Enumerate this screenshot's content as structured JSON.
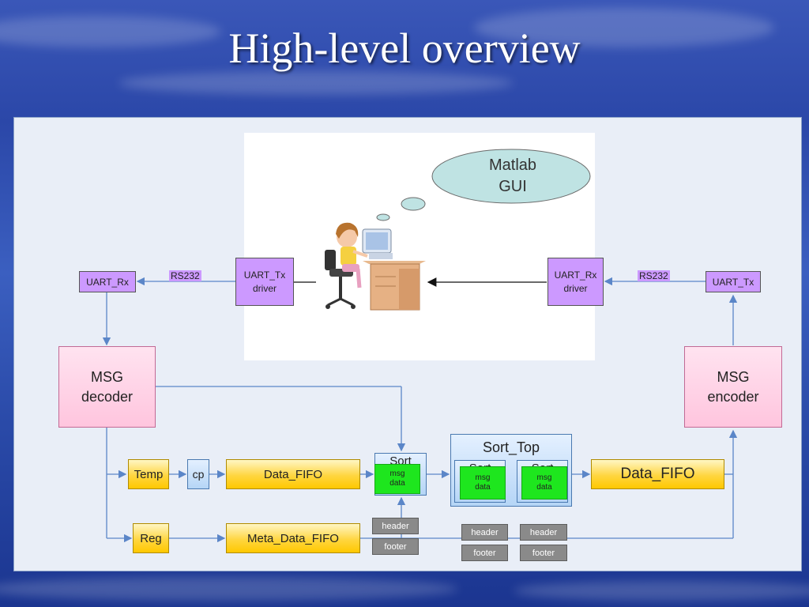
{
  "slide": {
    "title": "High-level overview"
  },
  "diagram": {
    "thought_bubble": {
      "text_line1": "Matlab",
      "text_line2": "GUI"
    },
    "left_side": {
      "uart_rx": "UART_Rx",
      "rs232": "RS232",
      "uart_tx_driver_line1": "UART_Tx",
      "uart_tx_driver_line2": "driver",
      "msg_decoder_line1": "MSG",
      "msg_decoder_line2": "decoder"
    },
    "right_side": {
      "uart_rx_driver_line1": "UART_Rx",
      "uart_rx_driver_line2": "driver",
      "rs232": "RS232",
      "uart_tx": "UART_Tx",
      "msg_encoder_line1": "MSG",
      "msg_encoder_line2": "encoder"
    },
    "pipeline": {
      "temp": "Temp",
      "cp": "cp",
      "data_fifo_in": "Data_FIFO",
      "reg": "Reg",
      "meta_data_fifo": "Meta_Data_FIFO",
      "sort_label": "Sort",
      "sort_top": "Sort_Top",
      "msg_line1": "msg",
      "msg_line2": "data",
      "header": "header",
      "footer": "footer",
      "data_fifo_out": "Data_FIFO"
    }
  },
  "colors": {
    "module_purple": "#cc99ff",
    "module_pink": "#ffc5de",
    "module_yellow": "#ffd640",
    "module_green": "#1ee61e",
    "module_gray": "#8a8a8a",
    "wire_blue": "#5b86c8"
  }
}
